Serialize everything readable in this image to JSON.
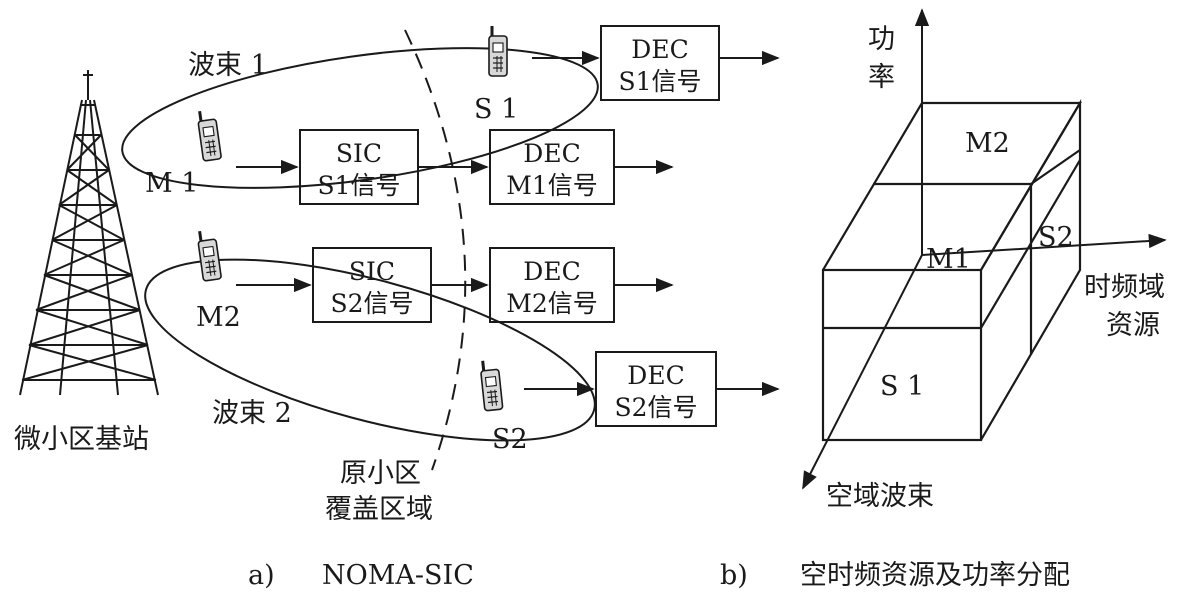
{
  "panel_a": {
    "base_station": "微小区基站",
    "beam1": "波束 1",
    "beam2": "波束 2",
    "coverage_line1": "原小区",
    "coverage_line2": "覆盖区域",
    "users": {
      "m1": "M 1",
      "s1": "S 1",
      "m2": "M2",
      "s2": "S2"
    },
    "boxes": {
      "dec_s1": [
        "DEC",
        "S1信号"
      ],
      "sic_s1": [
        "SIC",
        "S1信号"
      ],
      "dec_m1": [
        "DEC",
        "M1信号"
      ],
      "sic_s2": [
        "SIC",
        "S2信号"
      ],
      "dec_m2": [
        "DEC",
        "M2信号"
      ],
      "dec_s2": [
        "DEC",
        "S2信号"
      ]
    },
    "caption_prefix": "a)",
    "caption": "NOMA-SIC"
  },
  "panel_b": {
    "axis_power_1": "功",
    "axis_power_2": "率",
    "axis_tf_1": "时频域",
    "axis_tf_2": "资源",
    "axis_space": "空域波束",
    "cells": {
      "m2": "M2",
      "m1": "M1",
      "s2": "S2",
      "s1": "S 1"
    },
    "caption_prefix": "b)",
    "caption": "空时频资源及功率分配"
  }
}
